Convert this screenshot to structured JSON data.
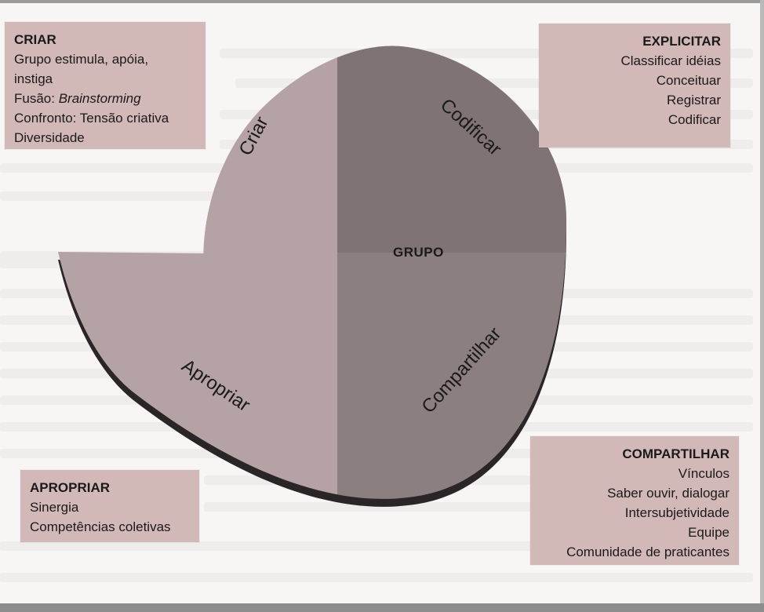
{
  "center_label": "GRUPO",
  "spiral_labels": {
    "criar": "Criar",
    "codificar": "Codificar",
    "compartilhar": "Compartilhar",
    "apropriar": "Apropriar"
  },
  "boxes": {
    "criar": {
      "title": "CRIAR",
      "lines": [
        "Grupo estimula, apóia,",
        "instiga"
      ],
      "fusao_prefix": "Fusão: ",
      "fusao_italic": "Brainstorming",
      "lines_after": [
        "Confronto: Tensão criativa",
        "Diversidade"
      ]
    },
    "explicitar": {
      "title": "EXPLICITAR",
      "lines": [
        "Classificar idéias",
        "Conceituar",
        "Registrar",
        "Codificar"
      ]
    },
    "compartilhar": {
      "title": "COMPARTILHAR",
      "lines": [
        "Vínculos",
        "Saber ouvir, dialogar",
        "Intersubjetividade",
        "Equipe",
        "Comunidade de praticantes"
      ]
    },
    "apropriar": {
      "title": "APROPRIAR",
      "lines": [
        "Sinergia",
        "Competências coletivas"
      ]
    }
  },
  "colors": {
    "box": "#d3b8b8",
    "spiral_light": "#b5a2a4",
    "spiral_codificar": "#7f7374",
    "spiral_compartilhar": "#8b7f80",
    "spiral_shadow": "#2a2526"
  }
}
